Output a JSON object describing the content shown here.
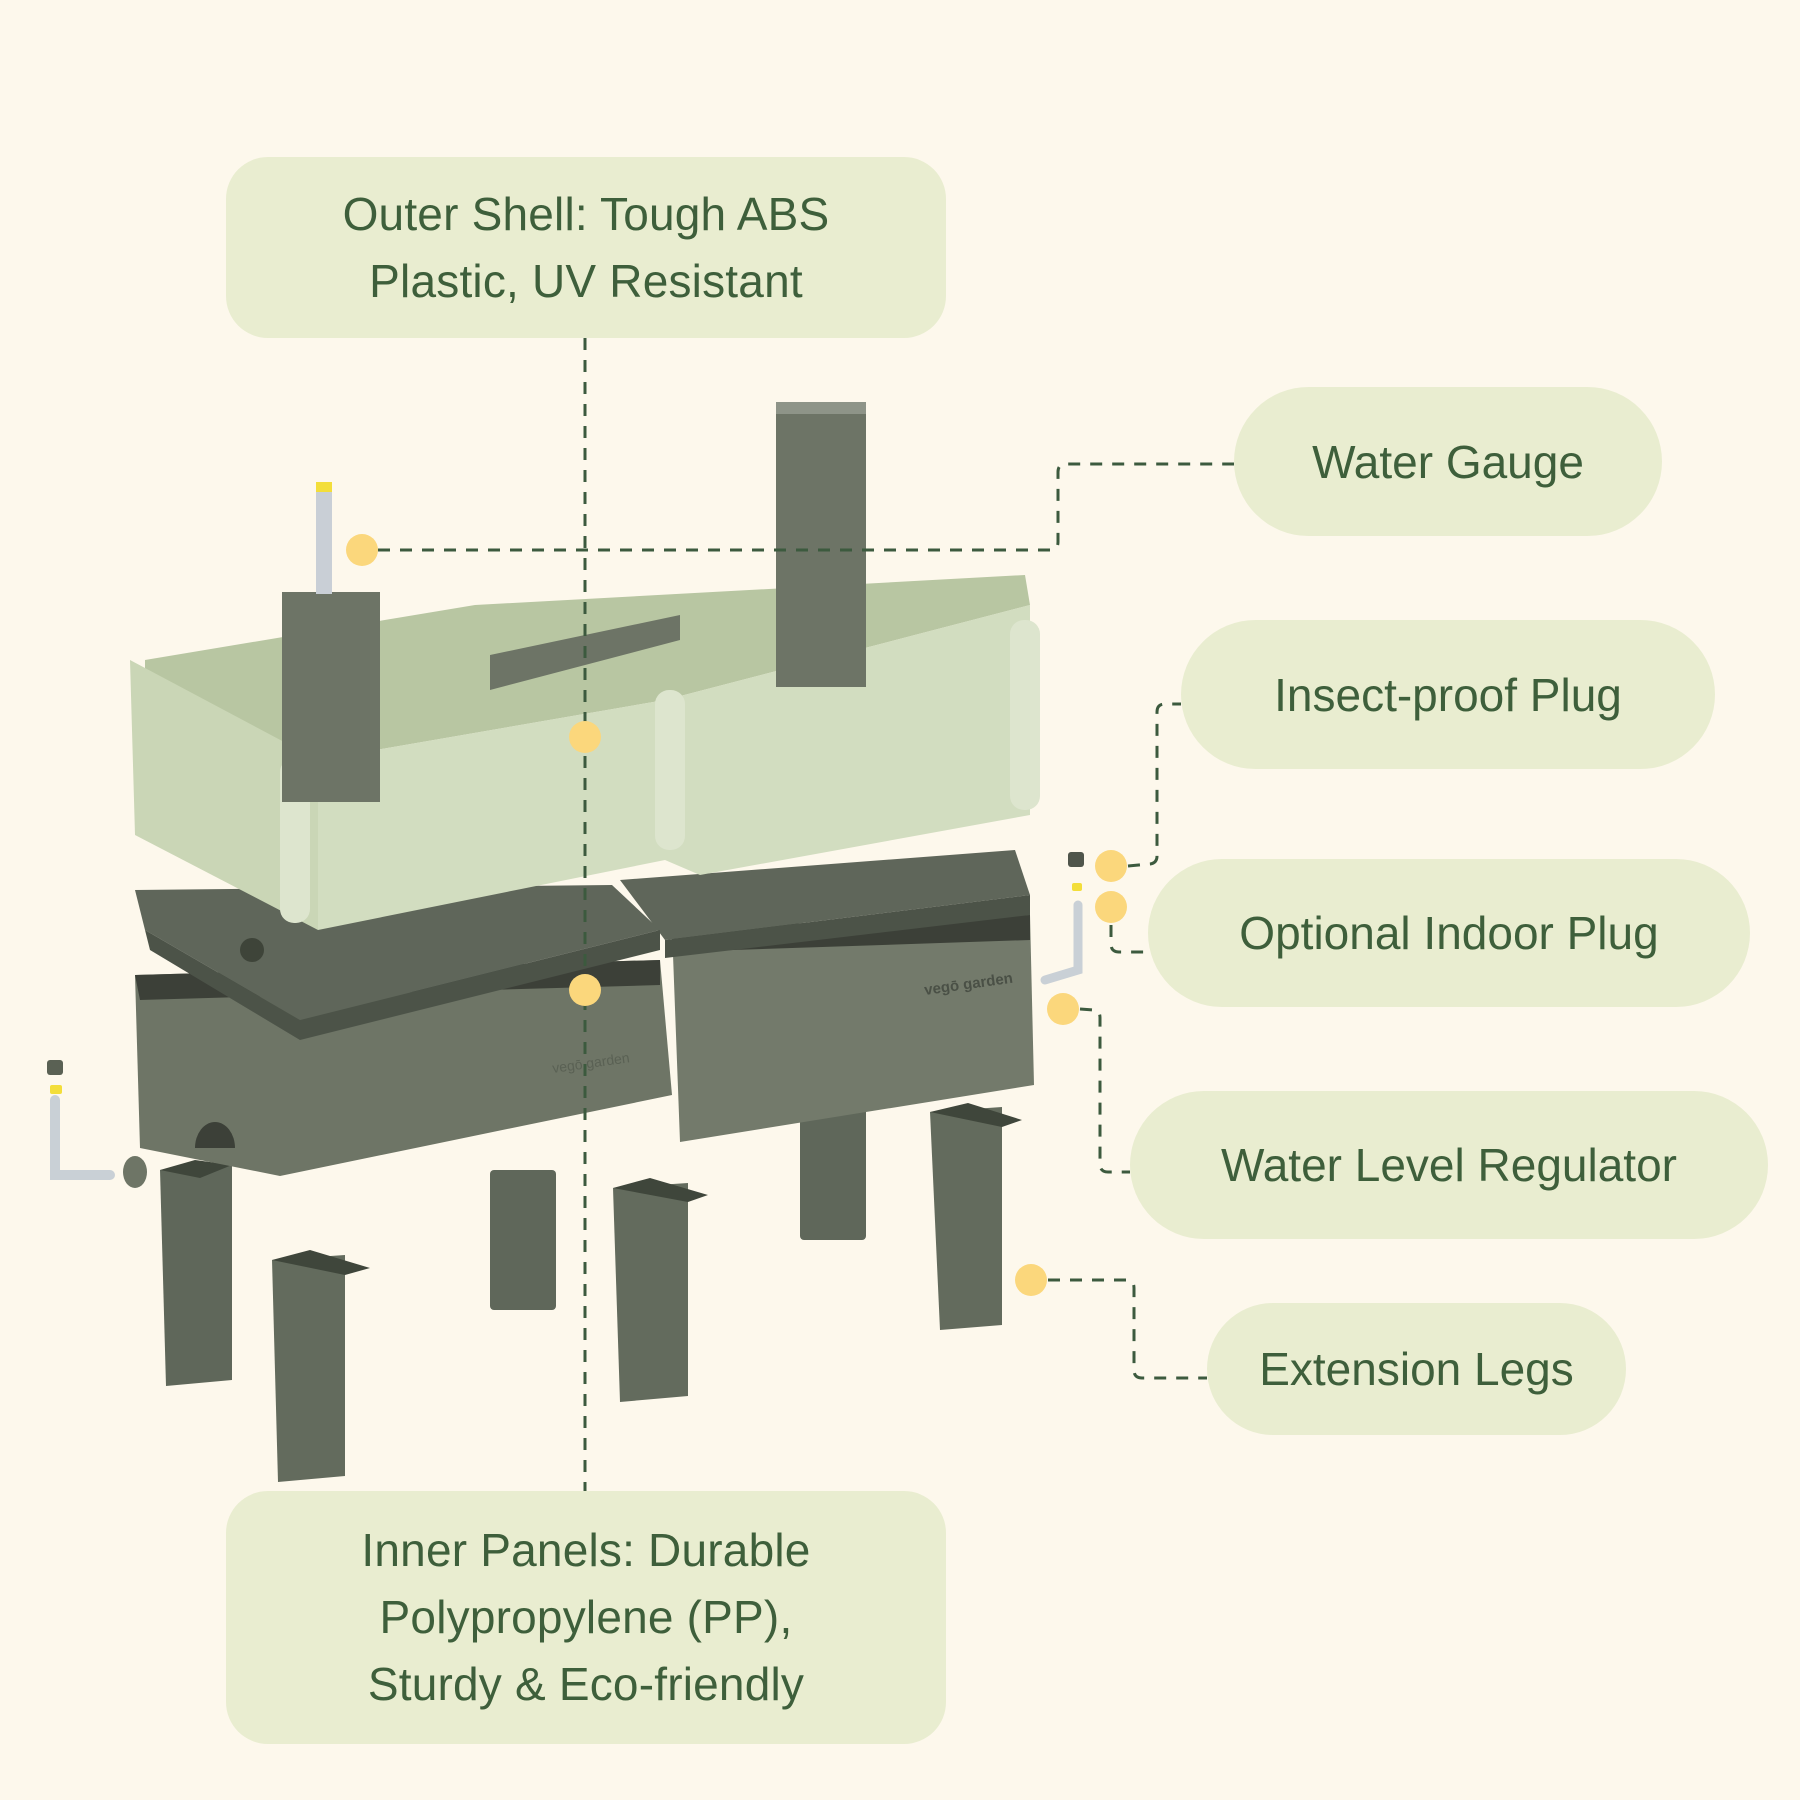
{
  "colors": {
    "background": "#FDF8EC",
    "card": "#E9EDD0",
    "text": "#3E5F3B",
    "marker": "#FBD77C",
    "leader": "#3C5A3E",
    "shell": "#C9D6B2",
    "body": "#6B7263"
  },
  "callouts": {
    "outer_shell": {
      "lines": [
        "Outer Shell: Tough ABS",
        "Plastic, UV Resistant"
      ]
    },
    "inner_panels": {
      "lines": [
        "Inner Panels: Durable",
        "Polypropylene (PP),",
        "Sturdy & Eco-friendly"
      ]
    },
    "water_gauge": {
      "label": "Water Gauge"
    },
    "insect_plug": {
      "label": "Insect-proof Plug"
    },
    "indoor_plug": {
      "label": "Optional Indoor Plug"
    },
    "regulator": {
      "label": "Water Level Regulator"
    },
    "legs": {
      "label": "Extension Legs"
    }
  },
  "product": {
    "brand_mark": "vegō garden"
  }
}
